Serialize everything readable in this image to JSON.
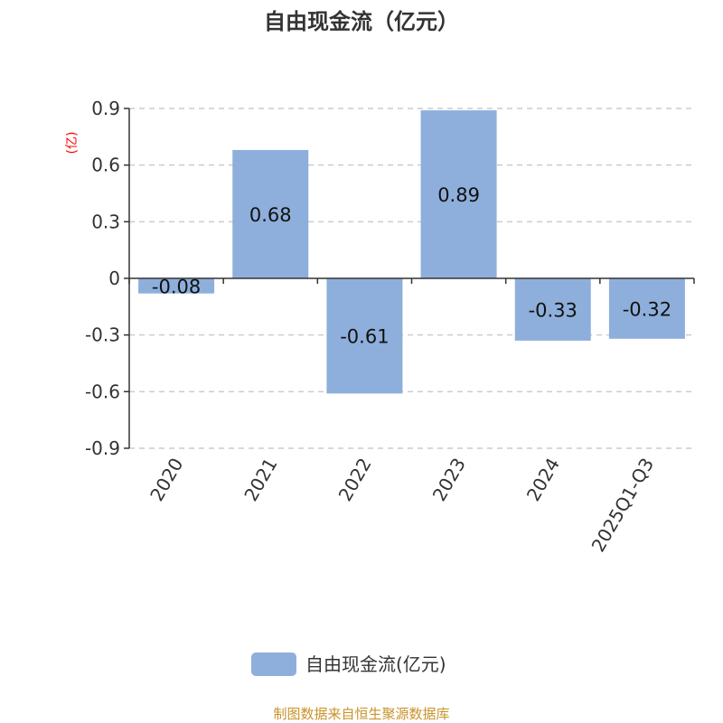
{
  "chart_data": {
    "type": "bar",
    "title": "自由现金流（亿元）",
    "ylabel": "(亿)",
    "xlabel": "",
    "categories": [
      "2020",
      "2021",
      "2022",
      "2023",
      "2024",
      "2025Q1-Q3"
    ],
    "series": [
      {
        "name": "自由现金流(亿元)",
        "values": [
          -0.08,
          0.68,
          -0.61,
          0.89,
          -0.33,
          -0.32
        ],
        "color": "#8eafdb"
      }
    ],
    "data_labels": [
      "-0.08",
      "0.68",
      "-0.61",
      "0.89",
      "-0.33",
      "-0.32"
    ],
    "ylim": [
      -0.9,
      0.9
    ],
    "yticks": [
      0.9,
      0.6,
      0.3,
      0,
      -0.3,
      -0.6,
      -0.9
    ],
    "ytick_labels": [
      "0.9",
      "0.6",
      "0.3",
      "0",
      "-0.3",
      "-0.6",
      "-0.9"
    ],
    "grid": true,
    "legend_position": "bottom"
  },
  "footer": "制图数据来自恒生聚源数据库"
}
